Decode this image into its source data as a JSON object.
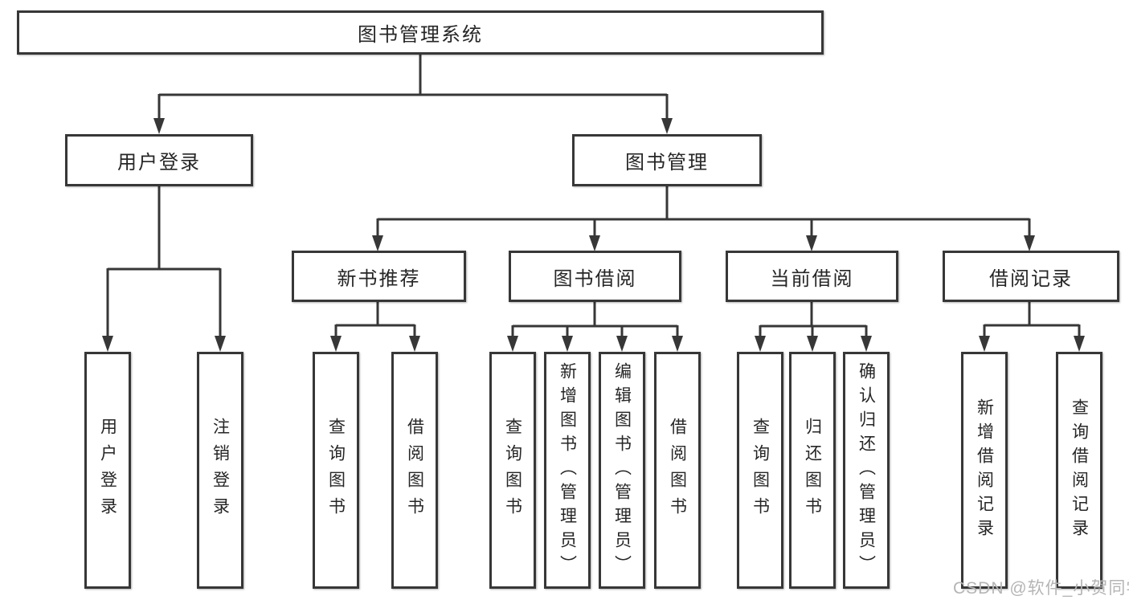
{
  "diagram": {
    "root": {
      "label": "图书管理系统"
    },
    "branches": [
      {
        "label": "用户登录",
        "children": [
          {
            "label": "用户登录"
          },
          {
            "label": "注销登录"
          }
        ]
      },
      {
        "label": "图书管理",
        "children": [
          {
            "label": "新书推荐",
            "children": [
              {
                "label": "查询图书"
              },
              {
                "label": "借阅图书"
              }
            ]
          },
          {
            "label": "图书借阅",
            "children": [
              {
                "label": "查询图书"
              },
              {
                "label": "新增图书（管理员）"
              },
              {
                "label": "编辑图书（管理员）"
              },
              {
                "label": "借阅图书"
              }
            ]
          },
          {
            "label": "当前借阅",
            "children": [
              {
                "label": "查询图书"
              },
              {
                "label": "归还图书"
              },
              {
                "label": "确认归还（管理员）"
              }
            ]
          },
          {
            "label": "借阅记录",
            "children": [
              {
                "label": "新增借阅记录"
              },
              {
                "label": "查询借阅记录"
              }
            ]
          }
        ]
      }
    ]
  },
  "watermark": {
    "text": "CSDN @软件_小贺同学"
  },
  "colors": {
    "line": "#373737",
    "text": "#262626",
    "watermark": "#b5b5b5",
    "background": "#ffffff"
  }
}
